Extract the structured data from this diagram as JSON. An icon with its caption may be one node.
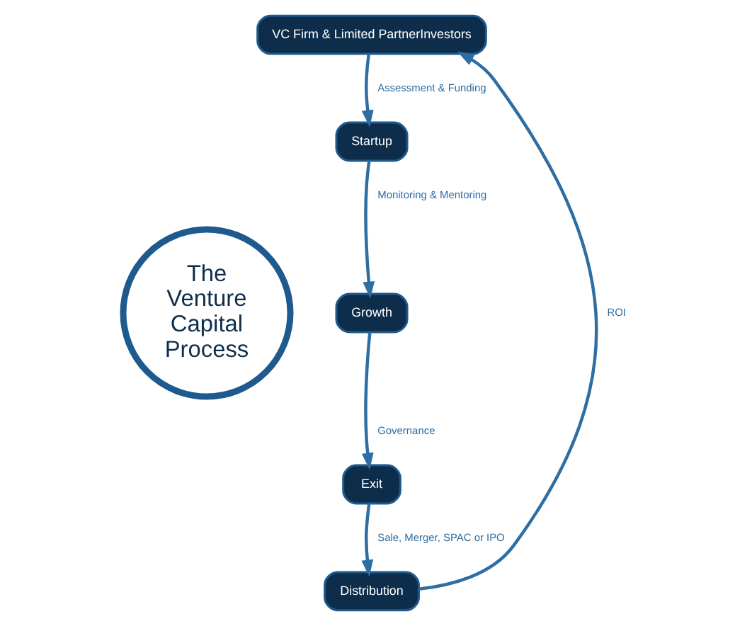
{
  "diagram": {
    "nodes": [
      {
        "text": [
          "The Venture Capital Process"
        ]
      },
      {
        "text": [
          "VC Firm & Limited PartnerInvestors"
        ]
      },
      {
        "text": [
          "Startup"
        ]
      },
      {
        "text": [
          "Growth"
        ]
      },
      {
        "text": [
          "Exit"
        ]
      },
      {
        "text": [
          "Distribution"
        ]
      }
    ],
    "edges": [
      {
        "from": 1,
        "to": 2,
        "arrow": "to",
        "label": "Assessment & Funding"
      },
      {
        "from": 2,
        "to": 3,
        "arrow": "to",
        "label": "Monitoring & Mentoring"
      },
      {
        "from": 3,
        "to": 4,
        "arrow": "to",
        "label": "Governance"
      },
      {
        "from": 4,
        "to": 5,
        "arrow": "to",
        "label": "Sale, Merger, SPAC or IPO"
      },
      {
        "from": 5,
        "to": 1,
        "arrow": "to",
        "label": "ROI"
      }
    ]
  }
}
